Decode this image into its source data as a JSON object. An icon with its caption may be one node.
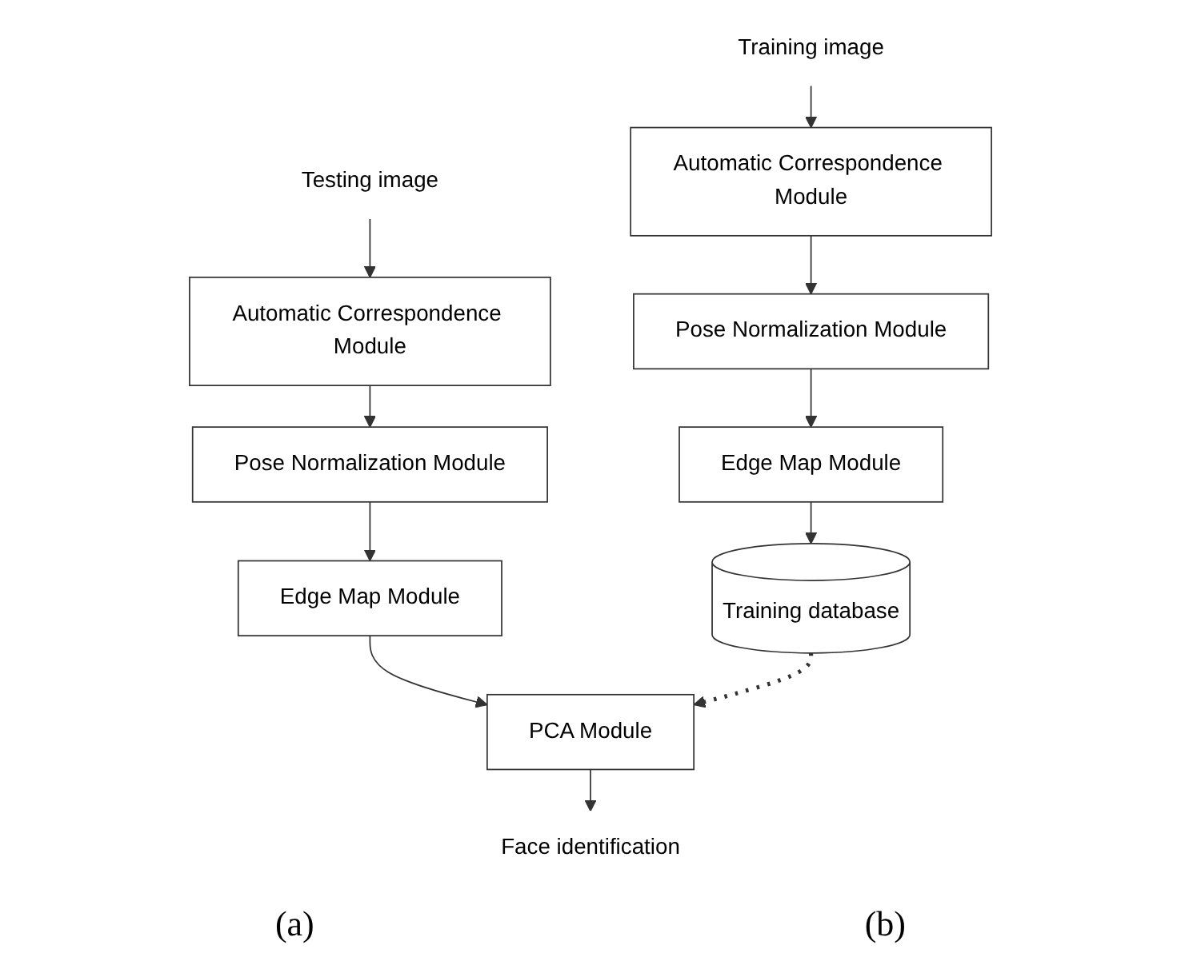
{
  "diagram": {
    "nodes": [
      {
        "text": [
          "Training image"
        ]
      },
      {
        "text": [
          "Automatic Correspondence Module"
        ]
      },
      {
        "text": [
          "Pose Normalization Module"
        ]
      },
      {
        "text": [
          "Edge Map Module"
        ]
      },
      {
        "text": [
          "Training database"
        ]
      },
      {
        "text": [
          "Testing image"
        ]
      },
      {
        "text": [
          "Automatic Correspondence Module"
        ]
      },
      {
        "text": [
          "Pose Normalization Module"
        ]
      },
      {
        "text": [
          "Edge Map Module"
        ]
      },
      {
        "text": [
          "PCA Module"
        ]
      },
      {
        "text": [
          "Face identification"
        ]
      }
    ],
    "edges": [
      {
        "from": 0,
        "to": 1,
        "arrow": "to"
      },
      {
        "from": 1,
        "to": 2,
        "arrow": "to"
      },
      {
        "from": 2,
        "to": 3,
        "arrow": "to"
      },
      {
        "from": 3,
        "to": 4,
        "arrow": "to"
      },
      {
        "from": 5,
        "to": 6,
        "arrow": "to"
      },
      {
        "from": 6,
        "to": 7,
        "arrow": "to"
      },
      {
        "from": 7,
        "to": 8,
        "arrow": "to"
      },
      {
        "from": 8,
        "to": 9,
        "arrow": "to"
      },
      {
        "from": 9,
        "to": 10,
        "arrow": "to"
      },
      {
        "from": 4,
        "to": 9,
        "arrow": "to",
        "style": "dashed"
      }
    ],
    "labels": [
      "(a)",
      "(b)"
    ]
  }
}
